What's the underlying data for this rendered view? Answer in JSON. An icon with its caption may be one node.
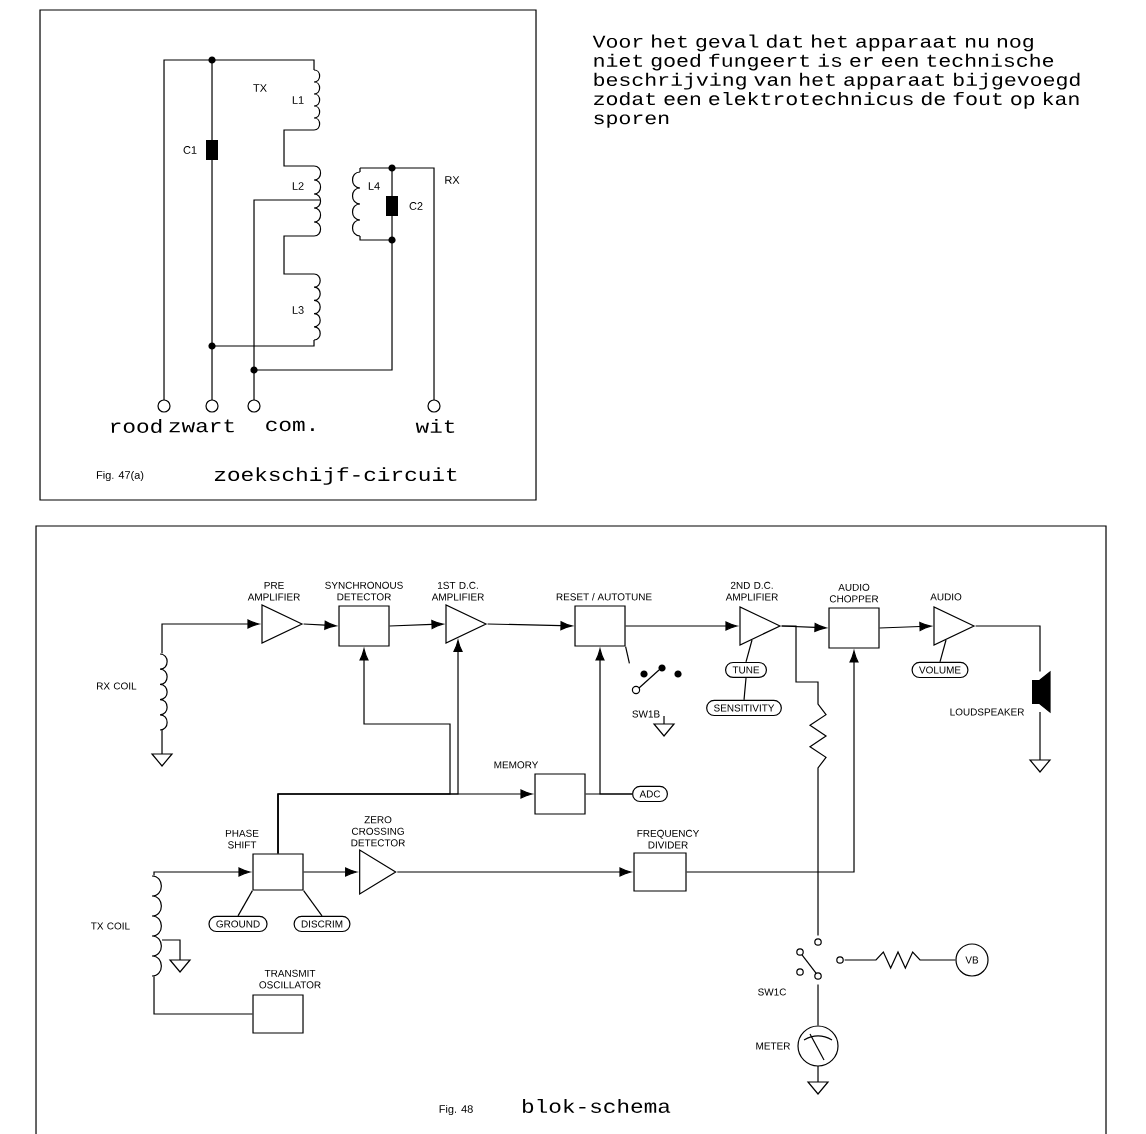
{
  "diagram": {
    "nodes": [
      {
        "text": [
          "PRE AMPLIFIER"
        ]
      },
      {
        "text": [
          "SYNCHRONOUS DETECTOR"
        ]
      },
      {
        "text": [
          "1ST D.C. AMPLIFIER"
        ]
      },
      {
        "text": [
          "RESET / AUTOTUNE"
        ]
      },
      {
        "text": [
          "2ND D.C. AMPLIFIER"
        ]
      },
      {
        "text": [
          "AUDIO CHOPPER"
        ]
      },
      {
        "text": [
          "AUDIO"
        ]
      },
      {
        "text": [
          "LOUDSPEAKER"
        ]
      },
      {
        "text": [
          "TUNE"
        ]
      },
      {
        "text": [
          "SENSITIVITY"
        ]
      },
      {
        "text": [
          "VOLUME"
        ]
      },
      {
        "text": [
          "MEMORY"
        ]
      },
      {
        "text": [
          "ADC"
        ]
      },
      {
        "text": [
          "PHASE SHIFT"
        ]
      },
      {
        "text": [
          "ZERO CROSSING DETECTOR"
        ]
      },
      {
        "text": [
          "FREQUENCY DIVIDER"
        ]
      },
      {
        "text": [
          "GROUND"
        ]
      },
      {
        "text": [
          "DISCRIM"
        ]
      },
      {
        "text": [
          "TRANSMIT OSCILLATOR"
        ]
      },
      {
        "text": [
          "RX COIL"
        ]
      },
      {
        "text": [
          "TX COIL"
        ]
      },
      {
        "text": [
          "SW1B"
        ]
      },
      {
        "text": [
          "SW1C"
        ]
      },
      {
        "text": [
          "METER"
        ]
      },
      {
        "text": [
          "VB"
        ]
      }
    ],
    "edges": [
      {
        "from": 19,
        "to": 0,
        "arrow": "to"
      },
      {
        "from": 0,
        "to": 1,
        "arrow": "to"
      },
      {
        "from": 1,
        "to": 2,
        "arrow": "to"
      },
      {
        "from": 2,
        "to": 3,
        "arrow": "to"
      },
      {
        "from": 3,
        "to": 4,
        "arrow": "to"
      },
      {
        "from": 4,
        "to": 5,
        "arrow": "to"
      },
      {
        "from": 5,
        "to": 6,
        "arrow": "to"
      },
      {
        "from": 6,
        "to": 7,
        "arrow": "none"
      },
      {
        "from": 3,
        "to": 21,
        "arrow": "none"
      },
      {
        "from": 8,
        "to": 4,
        "arrow": "none"
      },
      {
        "from": 9,
        "to": 8,
        "arrow": "none"
      },
      {
        "from": 10,
        "to": 6,
        "arrow": "none"
      },
      {
        "from": 13,
        "to": 11,
        "arrow": "to"
      },
      {
        "from": 13,
        "to": 1,
        "arrow": "to"
      },
      {
        "from": 13,
        "to": 2,
        "arrow": "to"
      },
      {
        "from": 11,
        "to": 12,
        "arrow": "none"
      },
      {
        "from": 12,
        "to": 3,
        "arrow": "to"
      },
      {
        "from": 13,
        "to": 14,
        "arrow": "to"
      },
      {
        "from": 14,
        "to": 15,
        "arrow": "to"
      },
      {
        "from": 15,
        "to": 5,
        "arrow": "to"
      },
      {
        "from": 4,
        "to": 22,
        "arrow": "none"
      },
      {
        "from": 16,
        "to": 13,
        "arrow": "none"
      },
      {
        "from": 17,
        "to": 13,
        "arrow": "none"
      },
      {
        "from": 20,
        "to": 13,
        "arrow": "to"
      },
      {
        "from": 18,
        "to": 20,
        "arrow": "none"
      },
      {
        "from": 22,
        "to": 23,
        "arrow": "none"
      },
      {
        "from": 22,
        "to": 24,
        "arrow": "none"
      }
    ],
    "labels": [
      "Voor het geval dat het apparaat nu nog niet goed fungeert is er een technische beschrijving van het apparaat bijgevoegd zodat een elektrotechnicus de fout op kan sporen",
      "TX",
      "L1",
      "C1",
      "L2",
      "L4",
      "C2",
      "RX",
      "L3",
      "rood",
      "zwart",
      "com.",
      "wit",
      "Fig. 47(a)",
      "zoekschijf-circuit",
      "Fig. 48",
      "blok-schema"
    ]
  }
}
